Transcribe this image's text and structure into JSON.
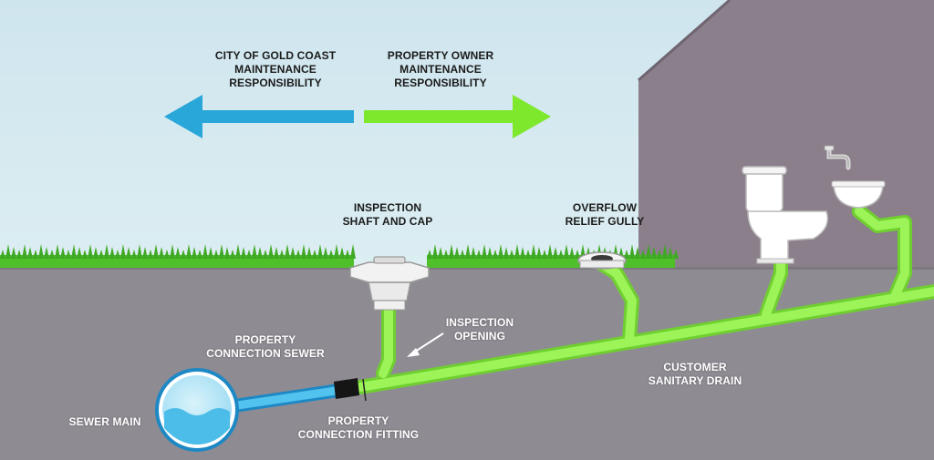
{
  "responsibility": {
    "city": [
      "CITY OF GOLD COAST",
      "MAINTENANCE",
      "RESPONSIBILITY"
    ],
    "owner": [
      "PROPERTY OWNER",
      "MAINTENANCE",
      "RESPONSIBILITY"
    ]
  },
  "labels": {
    "inspection_shaft": [
      "INSPECTION",
      "SHAFT AND CAP"
    ],
    "overflow_gully": [
      "OVERFLOW",
      "RELIEF GULLY"
    ],
    "property_connection_sewer": [
      "PROPERTY",
      "CONNECTION SEWER"
    ],
    "inspection_opening": [
      "INSPECTION",
      "OPENING"
    ],
    "customer_drain": [
      "CUSTOMER",
      "SANITARY DRAIN"
    ],
    "sewer_main": "SEWER MAIN",
    "connection_fitting": [
      "PROPERTY",
      "CONNECTION FITTING"
    ]
  },
  "colors": {
    "city_arrow": "#2aa7d9",
    "owner_arrow": "#7ee82c",
    "sewer_pipe": "#3db6e8",
    "drain_pipe": "#8ef04a",
    "ground": "#8f8b93",
    "house": "#8a7f8a",
    "grass": "#4fbf2a",
    "sky": "#cfe3ec"
  }
}
